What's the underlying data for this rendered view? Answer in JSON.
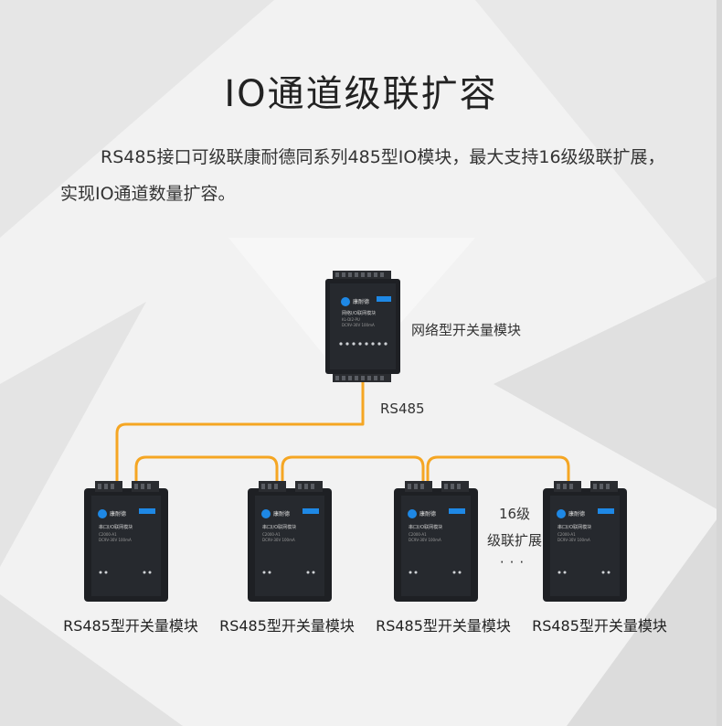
{
  "title": "IO通道级联扩容",
  "description": "RS485接口可级联康耐德同系列485型IO模块，最大支持16级级联扩展，实现IO通道数量扩容。",
  "gateway": {
    "label": "网络型开关量模块",
    "brand": "康耐德",
    "line1": "网络I/O联网模块",
    "line2": "KL-DI2-PU",
    "line3": "DC9V-30V 100mA"
  },
  "bus_label": "RS485",
  "cascade": {
    "line1": "16级",
    "line2": "级联扩展",
    "dots": "···"
  },
  "modules": [
    {
      "label": "RS485型开关量模块"
    },
    {
      "label": "RS485型开关量模块"
    },
    {
      "label": "RS485型开关量模块"
    },
    {
      "label": "RS485型开关量模块"
    }
  ],
  "module_face": {
    "brand": "康耐德",
    "line1": "串口I/O联网模块",
    "line2": "C2000-A1",
    "line3": "DC9V-30V 100mA"
  },
  "colors": {
    "link": "#f5a623",
    "device": "#1e2024",
    "accent": "#1e88e5"
  }
}
